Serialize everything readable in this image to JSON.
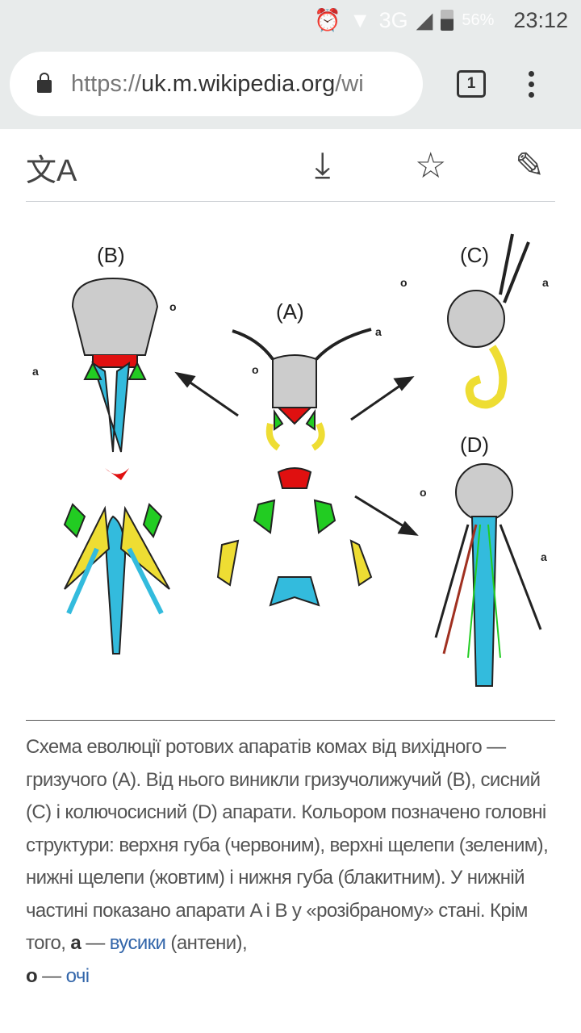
{
  "status": {
    "network": "3G",
    "battery": "56%",
    "time": "23:12"
  },
  "browser": {
    "url_scheme": "https://",
    "url_host": "uk.m.wikipedia.org",
    "url_path": "/wi",
    "tab_count": "1"
  },
  "toolbar": {
    "translate_icon": "文A"
  },
  "figure": {
    "labels": {
      "A": "(A)",
      "B": "(B)",
      "C": "(C)",
      "D": "(D)",
      "a": "a",
      "o": "o"
    },
    "colors": {
      "labrum": "#e01010",
      "mandibles": "#22cc22",
      "maxillae": "#eedd33",
      "labium": "#33bbdd"
    }
  },
  "caption": {
    "text_1": "Схема еволюції ротових апаратів комах від вихідного — гризучого (A). Від нього виникли гризучолижучий (B), сисний (C) і колючосисний (D) апарати. Кольором позначено головні структури: верхня губа (червоним), верхні щелепи (зеленим), нижні щелепи (жовтим) і нижня губа (блакитним). У нижній частині показано апарати A і B у «розібраному» стані. Крім того, ",
    "bold_a": "а",
    "dash": " — ",
    "link_antennae": "вусики",
    "text_2": " (антени),",
    "bold_o": "о",
    "link_eyes": "очі"
  }
}
